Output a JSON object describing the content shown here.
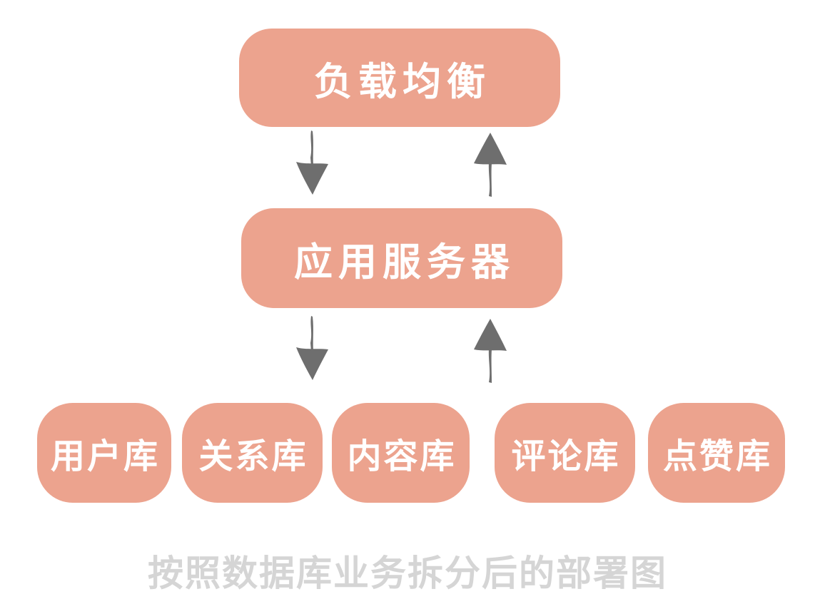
{
  "diagram": {
    "title_caption": "按照数据库业务拆分后的部署图",
    "colors": {
      "node_fill": "#eca38e",
      "node_text": "#ffffff",
      "arrow": "#6e6e6e",
      "caption_text": "#d5d5d5",
      "background": "#ffffff"
    },
    "nodes": {
      "load_balancer": {
        "label": "负载均衡"
      },
      "app_server": {
        "label": "应用服务器"
      },
      "databases": [
        {
          "label": "用户库"
        },
        {
          "label": "关系库"
        },
        {
          "label": "内容库"
        },
        {
          "label": "评论库"
        },
        {
          "label": "点赞库"
        }
      ]
    },
    "arrows": [
      {
        "icon": "arrow-down-icon",
        "direction": "down",
        "from": "load_balancer",
        "to": "app_server"
      },
      {
        "icon": "arrow-up-icon",
        "direction": "up",
        "from": "app_server",
        "to": "load_balancer"
      },
      {
        "icon": "arrow-down-icon",
        "direction": "down",
        "from": "app_server",
        "to": "databases"
      },
      {
        "icon": "arrow-up-icon",
        "direction": "up",
        "from": "databases",
        "to": "app_server"
      }
    ]
  }
}
